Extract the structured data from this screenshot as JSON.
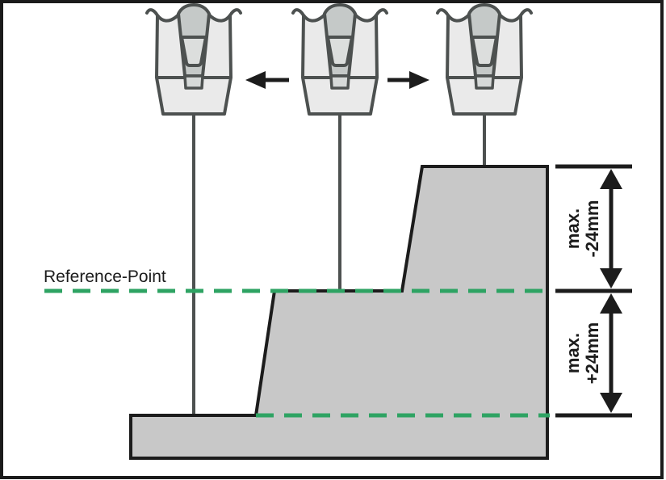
{
  "labels": {
    "reference_point": "Reference-Point",
    "upper_dimension": {
      "line1": "max.",
      "line2": "-24mm"
    },
    "lower_dimension": {
      "line1": "max.",
      "line2": "+24mm"
    }
  },
  "colors": {
    "frame": "#1b1b1b",
    "ink": "#1c1c1c",
    "green_dash": "#2ea363",
    "surface_fill": "#c8c8c8",
    "surface_stroke": "#1c1c1c",
    "probe_outline": "#4d5150",
    "probe_body": "#eaeaea",
    "probe_holder": "#c5c9c8",
    "probe_window": "#dcdedd",
    "probe_tip": "#d6d9d8",
    "stylus": "#4d5150"
  }
}
